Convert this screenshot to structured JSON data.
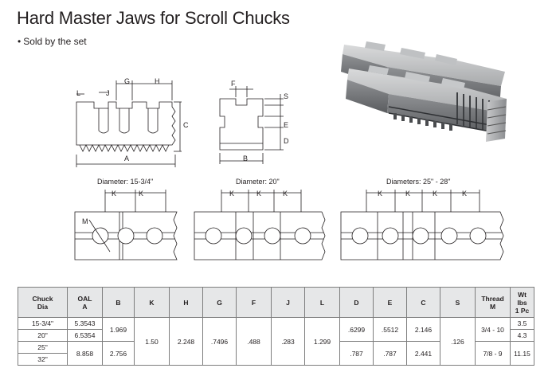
{
  "title": "Hard Master Jaws for Scroll Chucks",
  "bullet": "Sold by the set",
  "drawing_labels": {
    "front": {
      "G": "G",
      "H": "H",
      "L": "L",
      "J": "J",
      "C": "C",
      "A": "A"
    },
    "side": {
      "F": "F",
      "S": "S",
      "E": "E",
      "D": "D",
      "B": "B"
    },
    "diam1": "Diameter: 15-3/4\"",
    "diam2": "Diameter:  20\"",
    "diam3": "Diameters: 25\" - 28\"",
    "K": "K",
    "M": "M"
  },
  "table": {
    "headers": [
      [
        "Chuck",
        "Dia"
      ],
      [
        "OAL",
        "A"
      ],
      [
        "B"
      ],
      [
        "K"
      ],
      [
        "H"
      ],
      [
        "G"
      ],
      [
        "F"
      ],
      [
        "J"
      ],
      [
        "L"
      ],
      [
        "D"
      ],
      [
        "E"
      ],
      [
        "C"
      ],
      [
        "S"
      ],
      [
        "Thread",
        "M"
      ],
      [
        "Wt",
        "lbs",
        "1 Pc"
      ]
    ],
    "rows": {
      "dia": [
        "15-3/4\"",
        "20\"",
        "25\"",
        "32\""
      ],
      "oal": [
        "5.3543",
        "6.5354",
        "8.858"
      ],
      "b": [
        "1.969",
        "2.756"
      ],
      "k": "1.50",
      "h": "2.248",
      "g": ".7496",
      "f": ".488",
      "j": ".283",
      "l": "1.299",
      "d": [
        ".6299",
        ".787"
      ],
      "e": [
        ".5512",
        ".787"
      ],
      "c": [
        "2.146",
        "2.441"
      ],
      "s": ".126",
      "thread": [
        "3/4 - 10",
        "7/8 - 9"
      ],
      "wt": [
        "3.5",
        "4.3",
        "11.15"
      ]
    }
  },
  "colors": {
    "header_bg": "#e6e7e8",
    "line": "#231f20",
    "text": "#231f20"
  }
}
